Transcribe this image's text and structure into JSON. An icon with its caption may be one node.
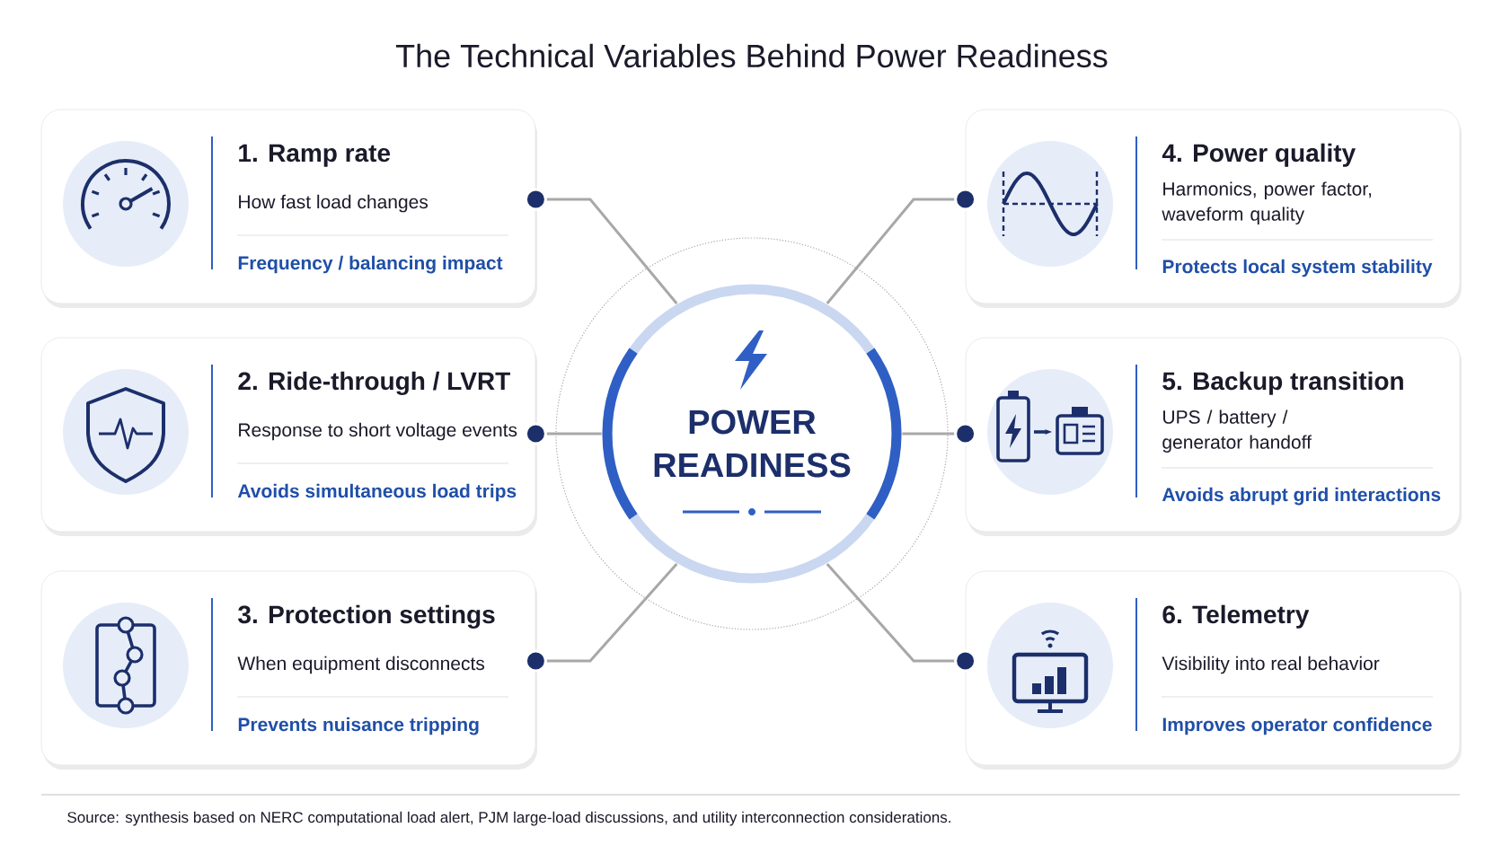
{
  "diagram": {
    "title": "The Technical Variables Behind Power Readiness",
    "nodes": [
      {
        "text": [
          "POWER READINESS"
        ]
      },
      {
        "text": [
          "1. Ramp rate",
          "How fast load changes",
          "Frequency / balancing impact"
        ]
      },
      {
        "text": [
          "2. Ride-through / LVRT",
          "Response to short voltage events",
          "Avoids simultaneous load trips"
        ]
      },
      {
        "text": [
          "3. Protection settings",
          "When equipment disconnects",
          "Prevents nuisance tripping"
        ]
      },
      {
        "text": [
          "4. Power quality",
          "Harmonics, power factor, waveform quality",
          "Protects local system stability"
        ]
      },
      {
        "text": [
          "5. Backup transition",
          "UPS / battery / generator handoff",
          "Avoids abrupt grid interactions"
        ]
      },
      {
        "text": [
          "6. Telemetry",
          "Visibility into real behavior",
          "Improves operator confidence"
        ]
      }
    ],
    "edges": [
      {
        "from": 0,
        "to": 1,
        "arrow": "other"
      },
      {
        "from": 0,
        "to": 2,
        "arrow": "other"
      },
      {
        "from": 0,
        "to": 3,
        "arrow": "other"
      },
      {
        "from": 0,
        "to": 4,
        "arrow": "other"
      },
      {
        "from": 0,
        "to": 5,
        "arrow": "other"
      },
      {
        "from": 0,
        "to": 6,
        "arrow": "other"
      }
    ],
    "labels": [
      "Source: synthesis based on NERC computational load alert, PJM large-load discussions, and utility interconnection considerations."
    ]
  }
}
